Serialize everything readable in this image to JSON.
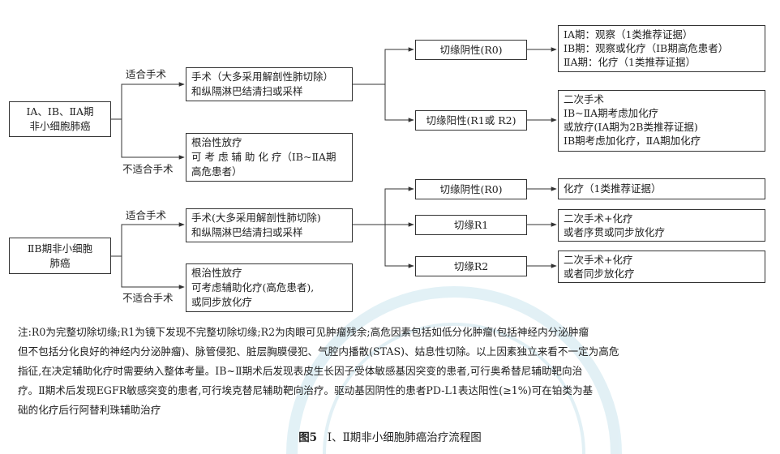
{
  "watermark": {
    "color": "#bfe0ea"
  },
  "colors": {
    "line": "#333333",
    "text": "#222222"
  },
  "flow1": {
    "start": [
      "ⅠA、ⅠB、ⅡA期",
      "非小细胞肺癌"
    ],
    "label_surgery": "适合手术",
    "label_no_surgery": "不适合手术",
    "surgery": [
      "手术（大多采用解剖性肺切除）",
      "和纵隔淋巴结清扫或采样"
    ],
    "no_surgery": [
      "根治性放疗",
      "可 考 虑 辅 助 化 疗（ⅠB~ⅡA期",
      "高危患者）"
    ],
    "r0": "切缘阴性(R0)",
    "r12": "切缘阳性(R1或 R2)",
    "r0_result": [
      "ⅠA期：观察（1类推荐证据）",
      "ⅠB期：观察或化疗（ⅠB期高危患者）",
      "ⅡA期：化疗（1类推荐证据）"
    ],
    "r12_result": [
      "二次手术",
      "ⅠB~ⅡA期考虑加化疗",
      "或放疗(ⅠA期为2B类推荐证据)",
      "ⅠB期考虑加化疗，ⅡA期加化疗"
    ]
  },
  "flow2": {
    "start": [
      "ⅡB期非小细胞",
      "肺癌"
    ],
    "label_surgery": "适合手术",
    "label_no_surgery": "不适合手术",
    "surgery": [
      "手术(大多采用解剖性肺切除)",
      "和纵隔淋巴结清扫或采样"
    ],
    "no_surgery": [
      "根治性放疗",
      "可考虑辅助化疗(高危患者),",
      "或同步放化疗"
    ],
    "r0": "切缘阴性(R0)",
    "r1": "切缘R1",
    "r2": "切缘R2",
    "r0_result": [
      "化疗（1类推荐证据）"
    ],
    "r1_result": [
      "二次手术+化疗",
      "或者序贯或同步放化疗"
    ],
    "r2_result": [
      "二次手术+化疗",
      "或者同步放化疗"
    ]
  },
  "note": [
    "注:R0为完整切除切缘;R1为镜下发现不完整切除切缘;R2为肉眼可见肿瘤残余;高危因素包括如低分化肿瘤(包括神经内分泌肿瘤",
    "但不包括分化良好的神经内分泌肿瘤)、脉管侵犯、脏层胸膜侵犯、气腔内播散(STAS)、姑息性切除。以上因素独立来看不一定为高危",
    "指征,在决定辅助化疗时需要纳入整体考量。ⅠB~Ⅱ期术后发现表皮生长因子受体敏感基因突变的患者,可行奥希替尼辅助靶向治",
    "疗。Ⅱ期术后发现EGFR敏感突变的患者,可行埃克替尼辅助靶向治疗。驱动基因阴性的患者PD-L1表达阳性(≥1%)可在铂类为基",
    "础的化疗后行阿替利珠辅助治疗"
  ],
  "caption": {
    "figure": "图5",
    "title": "Ⅰ、Ⅱ期非小细胞肺癌治疗流程图"
  }
}
